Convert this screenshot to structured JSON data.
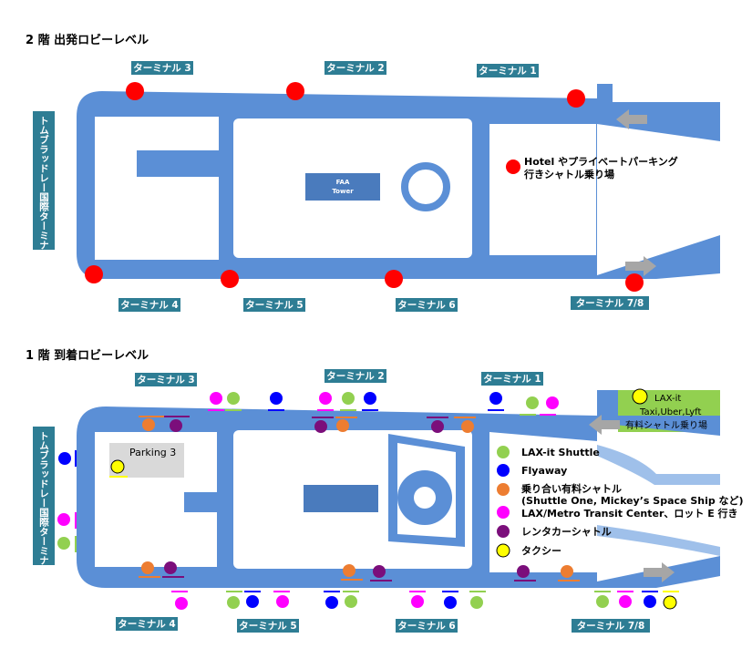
{
  "colors": {
    "road": "#5b8fd6",
    "road_light": "#9fc0ea",
    "block": "#ffffff",
    "tower": "#4a7bbd",
    "label_bg": "#2e7d94",
    "red": "#ff0000",
    "lax_it_zone": "#92d050",
    "parking": "#d9d9d9",
    "arrow": "#a6a6a6",
    "green": "#92d050",
    "blue": "#0000ff",
    "orange": "#ed7d31",
    "magenta": "#ff00ff",
    "purple": "#7b0e7b",
    "yellow": "#ffff00"
  },
  "departures": {
    "title": "2 階  出発ロビーレベル",
    "terminal_labels": [
      "ターミナル 3",
      "ターミナル 2",
      "ターミナル 1",
      "ターミナル 4",
      "ターミナル 5",
      "ターミナル 6",
      "ターミナル 7/8"
    ],
    "side_label": "トムブラッドレー国際ターミナル",
    "tower_label_1": "FAA",
    "tower_label_2": "Tower",
    "hotel_line_1": "Hotel やプライベートパーキング",
    "hotel_line_2": "行きシャトル乗り場"
  },
  "arrivals": {
    "title": "1 階  到着ロビーレベル",
    "terminal_labels": [
      "ターミナル 3",
      "ターミナル 2",
      "ターミナル 1",
      "ターミナル 4",
      "ターミナル 5",
      "ターミナル 6",
      "ターミナル 7/8"
    ],
    "side_label": "トムブラッドレー国際ターミナル",
    "parking_label": "Parking 3",
    "lax_it_title": "LAX-it",
    "lax_it_line_1": "Taxi,Uber,Lyft",
    "lax_it_line_2": "有料シャトル乗り場",
    "legend": [
      {
        "color": "green",
        "label": "LAX-it Shuttle",
        "label2": ""
      },
      {
        "color": "blue",
        "label": "Flyaway",
        "label2": ""
      },
      {
        "color": "orange",
        "label": "乗り合い有料シャトル",
        "label2": "(Shuttle One, Mickey’s Space Ship など)"
      },
      {
        "color": "magenta",
        "label": "LAX/Metro Transit Center、ロット E 行き",
        "label2": ""
      },
      {
        "color": "purple",
        "label": "レンタカーシャトル",
        "label2": ""
      },
      {
        "color": "yellow",
        "label": "タクシー",
        "label2": ""
      }
    ]
  }
}
